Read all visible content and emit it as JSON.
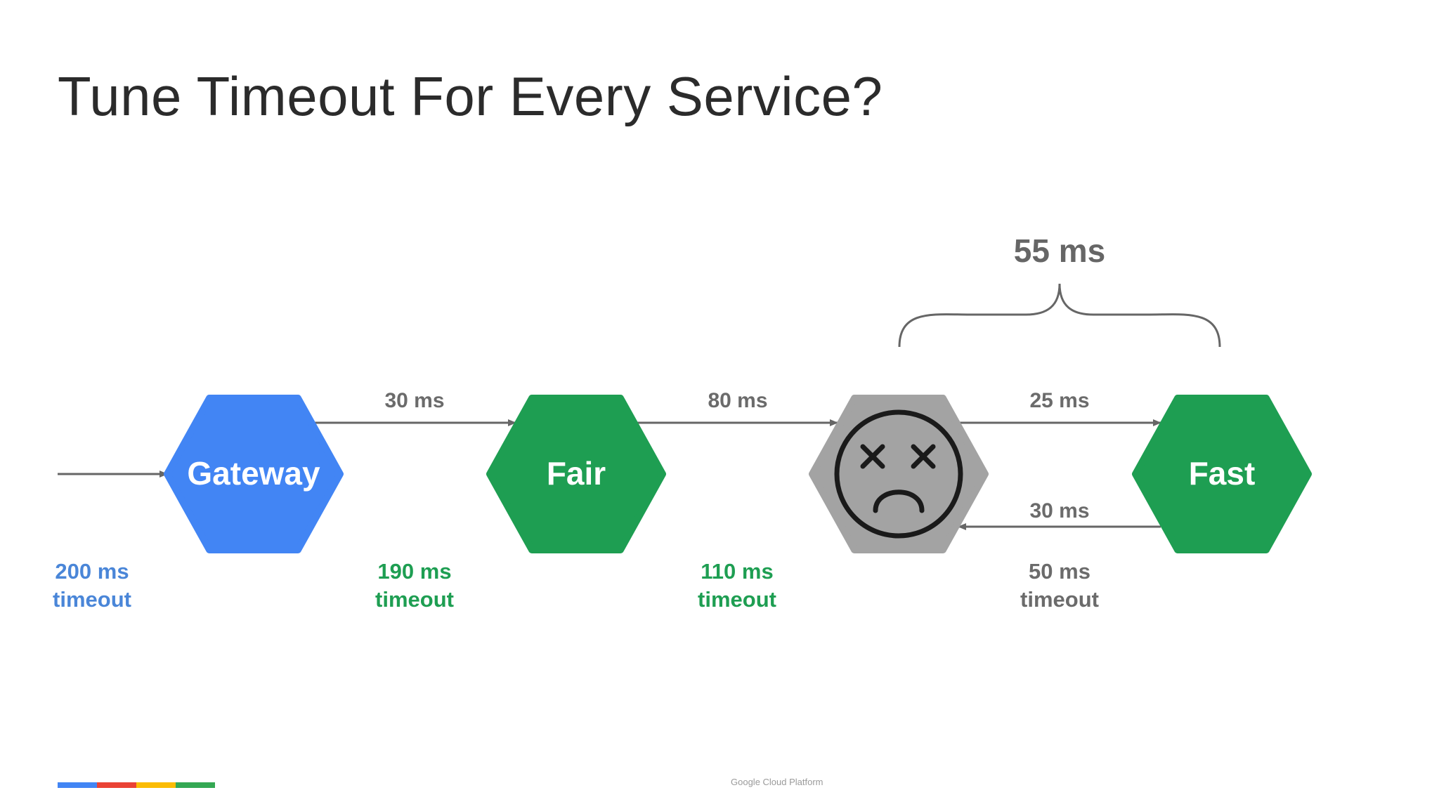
{
  "slide": {
    "title": "Tune Timeout For Every Service?"
  },
  "colors": {
    "gateway": "#4285f4",
    "service_green": "#1e9e52",
    "failed_service": "#a3a3a3",
    "arrow": "#666666",
    "label_gray": "#6b6b6b",
    "timeout_blue": "#4a86d8",
    "timeout_green": "#1e9e52",
    "timeout_gray": "#6b6b6b",
    "brand_bar": [
      "#4285f4",
      "#ea4335",
      "#fbbc05",
      "#34a853"
    ]
  },
  "nodes": [
    {
      "id": "gateway",
      "label": "Gateway",
      "kind": "service",
      "color": "#4285f4"
    },
    {
      "id": "fair",
      "label": "Fair",
      "kind": "service",
      "color": "#1e9e52"
    },
    {
      "id": "failed",
      "label": "",
      "kind": "failed-service",
      "icon": "dizzy-face-icon",
      "color": "#a3a3a3"
    },
    {
      "id": "fast",
      "label": "Fast",
      "kind": "service",
      "color": "#1e9e52"
    }
  ],
  "edges": [
    {
      "from": "client",
      "to": "gateway",
      "label": ""
    },
    {
      "from": "gateway",
      "to": "fair",
      "label": "30 ms"
    },
    {
      "from": "fair",
      "to": "failed",
      "label": "80 ms"
    },
    {
      "from": "failed",
      "to": "fast",
      "label": "25 ms"
    },
    {
      "from": "fast",
      "to": "failed",
      "label": "30 ms"
    }
  ],
  "timeouts": [
    {
      "value": "200 ms",
      "word": "timeout",
      "color": "#4a86d8"
    },
    {
      "value": "190 ms",
      "word": "timeout",
      "color": "#1e9e52"
    },
    {
      "value": "110 ms",
      "word": "timeout",
      "color": "#1e9e52"
    },
    {
      "value": "50 ms",
      "word": "timeout",
      "color": "#6b6b6b"
    }
  ],
  "brace": {
    "label": "55 ms"
  },
  "footer": {
    "text": "Google Cloud Platform"
  }
}
